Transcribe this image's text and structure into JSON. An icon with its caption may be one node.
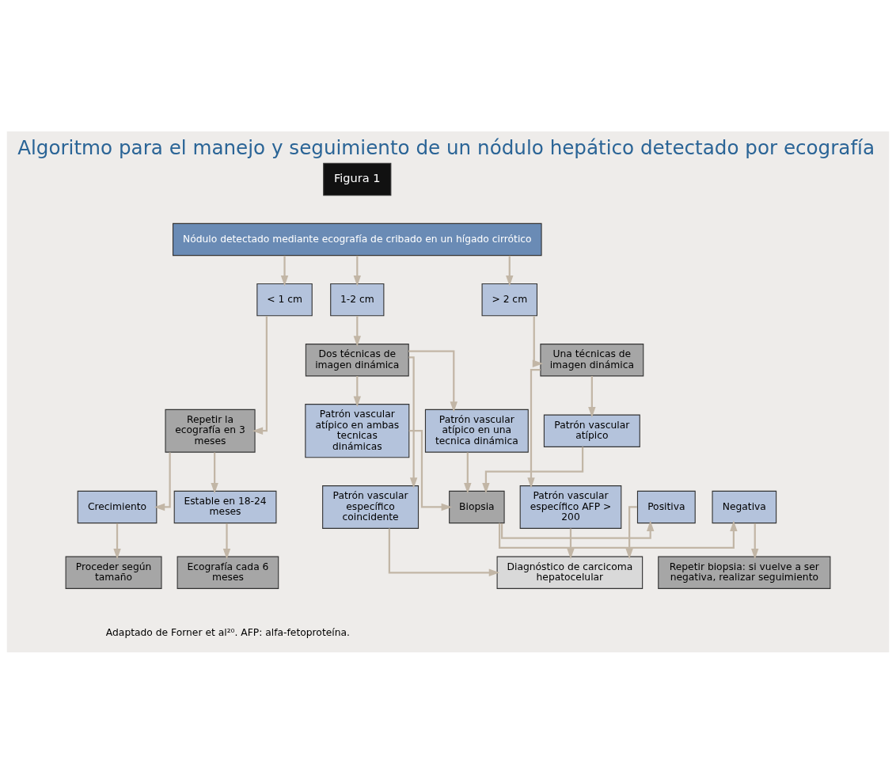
{
  "diagram": {
    "title": "Algoritmo para el manejo y seguimiento de un nódulo hepático detectado por ecografía",
    "caption": "Adaptado de Forner et al²⁰. AFP: alfa-fetoproteína.",
    "nodes": [
      {
        "text": [
          "Nódulo detectado mediante ecografía de cribado en un hígado cirrótico"
        ]
      },
      {
        "text": [
          "< 1 cm"
        ]
      },
      {
        "text": [
          "1-2 cm"
        ]
      },
      {
        "text": [
          "> 2 cm"
        ]
      },
      {
        "text": [
          "Repetir la ecografía en 3 meses"
        ]
      },
      {
        "text": [
          "Dos técnicas de imagen dinámica"
        ]
      },
      {
        "text": [
          "Una técnicas de imagen dinámica"
        ]
      },
      {
        "text": [
          "Estable en 18-24 meses"
        ]
      },
      {
        "text": [
          "Crecimiento"
        ]
      },
      {
        "text": [
          "Patrón vascular específico coincidente"
        ]
      },
      {
        "text": [
          "Patrón vascular atípico en una tecnica dinámica"
        ]
      },
      {
        "text": [
          "Patrón vascular atípico en ambas tecnicas dinámicas"
        ]
      },
      {
        "text": [
          "Patrón vascular atípico"
        ]
      },
      {
        "text": [
          "Patrón vascular específico AFP > 200"
        ]
      },
      {
        "text": [
          "Biopsia"
        ]
      },
      {
        "text": [
          "Positiva"
        ]
      },
      {
        "text": [
          "Negativa"
        ]
      },
      {
        "text": [
          "Repetir biopsia: si vuelve a ser negativa, realizar seguimiento"
        ]
      },
      {
        "text": [
          "Ecografía cada 6 meses"
        ]
      },
      {
        "text": [
          "Proceder según tamaño"
        ]
      },
      {
        "text": [
          "Diagnóstico de carcicoma hepatocelular"
        ]
      }
    ],
    "edges": [
      {
        "from": 0,
        "to": 1,
        "arrow": "to"
      },
      {
        "from": 0,
        "to": 2,
        "arrow": "to"
      },
      {
        "from": 0,
        "to": 3,
        "arrow": "to"
      },
      {
        "from": 1,
        "to": 4,
        "arrow": "to"
      },
      {
        "from": 2,
        "to": 5,
        "arrow": "to"
      },
      {
        "from": 3,
        "to": 6,
        "arrow": "to"
      },
      {
        "from": 4,
        "to": 7,
        "arrow": "to"
      },
      {
        "from": 4,
        "to": 8,
        "arrow": "to"
      },
      {
        "from": 5,
        "to": 9,
        "arrow": "to"
      },
      {
        "from": 5,
        "to": 10,
        "arrow": "to"
      },
      {
        "from": 5,
        "to": 11,
        "arrow": "to"
      },
      {
        "from": 6,
        "to": 12,
        "arrow": "to"
      },
      {
        "from": 6,
        "to": 13,
        "arrow": "to"
      },
      {
        "from": 10,
        "to": 14,
        "arrow": "to"
      },
      {
        "from": 11,
        "to": 14,
        "arrow": "to"
      },
      {
        "from": 12,
        "to": 14,
        "arrow": "to"
      },
      {
        "from": 14,
        "to": 15,
        "arrow": "to"
      },
      {
        "from": 14,
        "to": 16,
        "arrow": "to"
      },
      {
        "from": 16,
        "to": 17,
        "arrow": "to"
      },
      {
        "from": 7,
        "to": 18,
        "arrow": "to"
      },
      {
        "from": 8,
        "to": 19,
        "arrow": "to"
      },
      {
        "from": 9,
        "to": 20,
        "arrow": "to"
      },
      {
        "from": 15,
        "to": 20,
        "arrow": "to"
      },
      {
        "from": 13,
        "to": 20,
        "arrow": "to"
      }
    ],
    "labels": [
      "Figura 1"
    ]
  }
}
